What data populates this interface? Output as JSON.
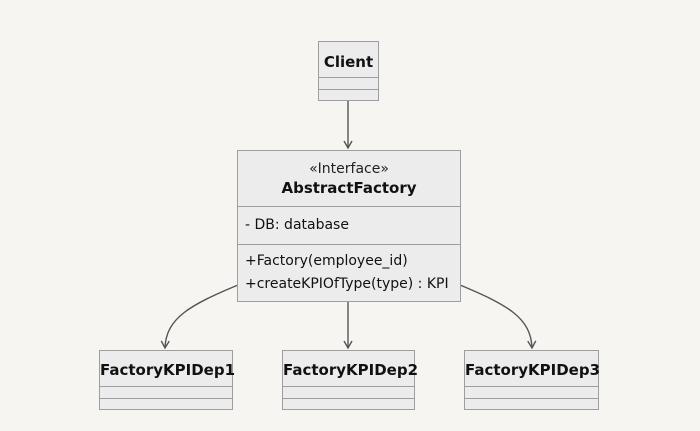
{
  "diagram": {
    "type": "uml-class",
    "colors": {
      "background": "#f6f5f2",
      "box_fill": "#ececec",
      "box_border": "#9e9e9e",
      "edge": "#555555"
    },
    "classes": {
      "client": {
        "name": "Client",
        "attributes": [],
        "methods": []
      },
      "abstract_factory": {
        "stereotype": "«Interface»",
        "name": "AbstractFactory",
        "attributes": [
          "- DB: database"
        ],
        "methods": [
          "+Factory(employee_id)",
          "+createKPIOfType(type) : KPI"
        ]
      },
      "dep1": {
        "name": "FactoryKPIDep1",
        "attributes": [],
        "methods": []
      },
      "dep2": {
        "name": "FactoryKPIDep2",
        "attributes": [],
        "methods": []
      },
      "dep3": {
        "name": "FactoryKPIDep3",
        "attributes": [],
        "methods": []
      }
    },
    "edges": [
      {
        "from": "Client",
        "to": "AbstractFactory"
      },
      {
        "from": "AbstractFactory",
        "to": "FactoryKPIDep1"
      },
      {
        "from": "AbstractFactory",
        "to": "FactoryKPIDep2"
      },
      {
        "from": "AbstractFactory",
        "to": "FactoryKPIDep3"
      }
    ]
  }
}
